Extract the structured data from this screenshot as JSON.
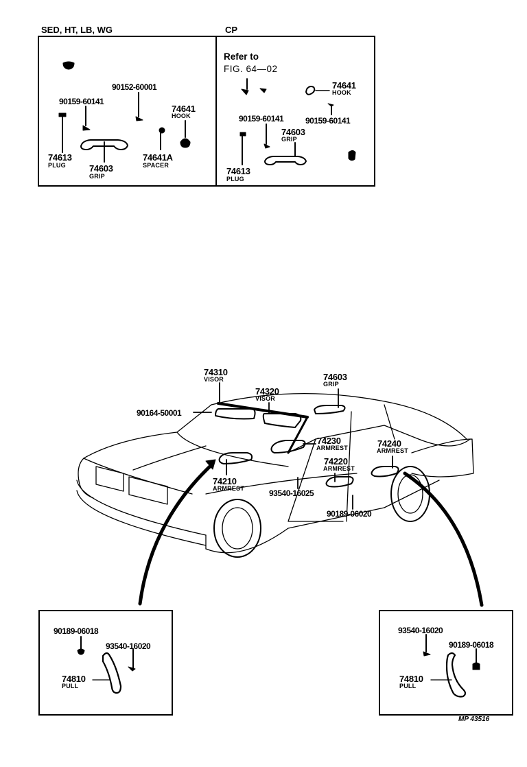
{
  "diagram": {
    "insets_top": [
      {
        "header": "SED, HT, LB, WG",
        "parts": [
          {
            "number": "90152-60001",
            "name": ""
          },
          {
            "number": "90159-60141",
            "name": ""
          },
          {
            "number": "74641",
            "name": "HOOK"
          },
          {
            "number": "74613",
            "name": "PLUG"
          },
          {
            "number": "74603",
            "name": "GRIP"
          },
          {
            "number": "74641A",
            "name": "SPACER"
          }
        ]
      },
      {
        "header": "CP",
        "refer_line1": "Refer to",
        "refer_line2": "FIG. 64—02",
        "parts": [
          {
            "number": "74641",
            "name": "HOOK"
          },
          {
            "number": "90159-60141",
            "name": ""
          },
          {
            "number": "90159-60141",
            "name": ""
          },
          {
            "number": "74603",
            "name": "GRIP"
          },
          {
            "number": "74613",
            "name": "PLUG"
          }
        ]
      }
    ],
    "car_callouts": [
      {
        "number": "74310",
        "name": "VISOR"
      },
      {
        "number": "74320",
        "name": "VISOR"
      },
      {
        "number": "74603",
        "name": "GRIP"
      },
      {
        "number": "90164-50001",
        "name": ""
      },
      {
        "number": "74230",
        "name": "ARMREST"
      },
      {
        "number": "74240",
        "name": "ARMREST"
      },
      {
        "number": "74220",
        "name": "ARMREST"
      },
      {
        "number": "74210",
        "name": "ARMREST"
      },
      {
        "number": "93540-16025",
        "name": ""
      },
      {
        "number": "90189-06020",
        "name": ""
      }
    ],
    "insets_bottom": [
      {
        "parts": [
          {
            "number": "90189-06018",
            "name": ""
          },
          {
            "number": "93540-16020",
            "name": ""
          },
          {
            "number": "74810",
            "name": "PULL"
          }
        ]
      },
      {
        "parts": [
          {
            "number": "93540-16020",
            "name": ""
          },
          {
            "number": "90189-06018",
            "name": ""
          },
          {
            "number": "74810",
            "name": "PULL"
          }
        ]
      }
    ],
    "figure_code": "MP 43516"
  }
}
